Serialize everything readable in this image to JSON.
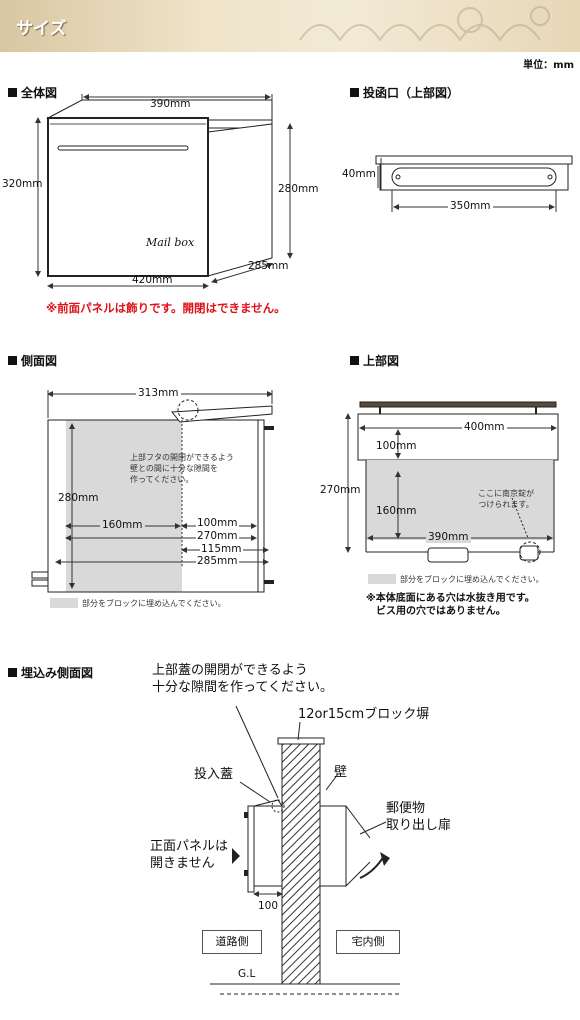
{
  "header": {
    "title": "サイズ"
  },
  "unit": "単位：mm",
  "overall": {
    "section": "全体図",
    "w390": "390mm",
    "h320": "320mm",
    "h280": "280mm",
    "w420": "420mm",
    "d285": "285mm",
    "logo": "Mail box",
    "note": "※前面パネルは飾りです。開閉はできません。"
  },
  "slot": {
    "section": "投函口（上部図）",
    "h40": "40mm",
    "w350": "350mm"
  },
  "side": {
    "section": "側面図",
    "w313": "313mm",
    "h280": "280mm",
    "d160": "160mm",
    "d100": "100mm",
    "d270": "270mm",
    "d115": "115mm",
    "d285": "285mm",
    "gap_note": "上部フタの開閉ができるよう\n壁との間に十分な隙間を\n作ってください。",
    "legend": "部分をブロックに埋め込んでください。"
  },
  "top": {
    "section": "上部図",
    "w400": "400mm",
    "d100": "100mm",
    "h270": "270mm",
    "d160": "160mm",
    "w390": "390mm",
    "lock_note": "ここに南京錠が\nつけられます。",
    "legend": "部分をブロックに埋め込んでください。",
    "drain_note": "※本体底面にある穴は水抜き用です。\n　ビス用の穴ではありません。"
  },
  "embed": {
    "section": "埋込み側面図",
    "heading": "上部蓋の開閉ができるよう\n十分な隙間を作ってください。",
    "block": "12or15cmブロック塀",
    "slot_lid": "投入蓋",
    "wall": "壁",
    "door": "郵便物\n取り出し扉",
    "panel": "正面パネルは\n開きません",
    "d100": "100",
    "road": "道路側",
    "house": "宅内側",
    "gl": "G.L"
  }
}
